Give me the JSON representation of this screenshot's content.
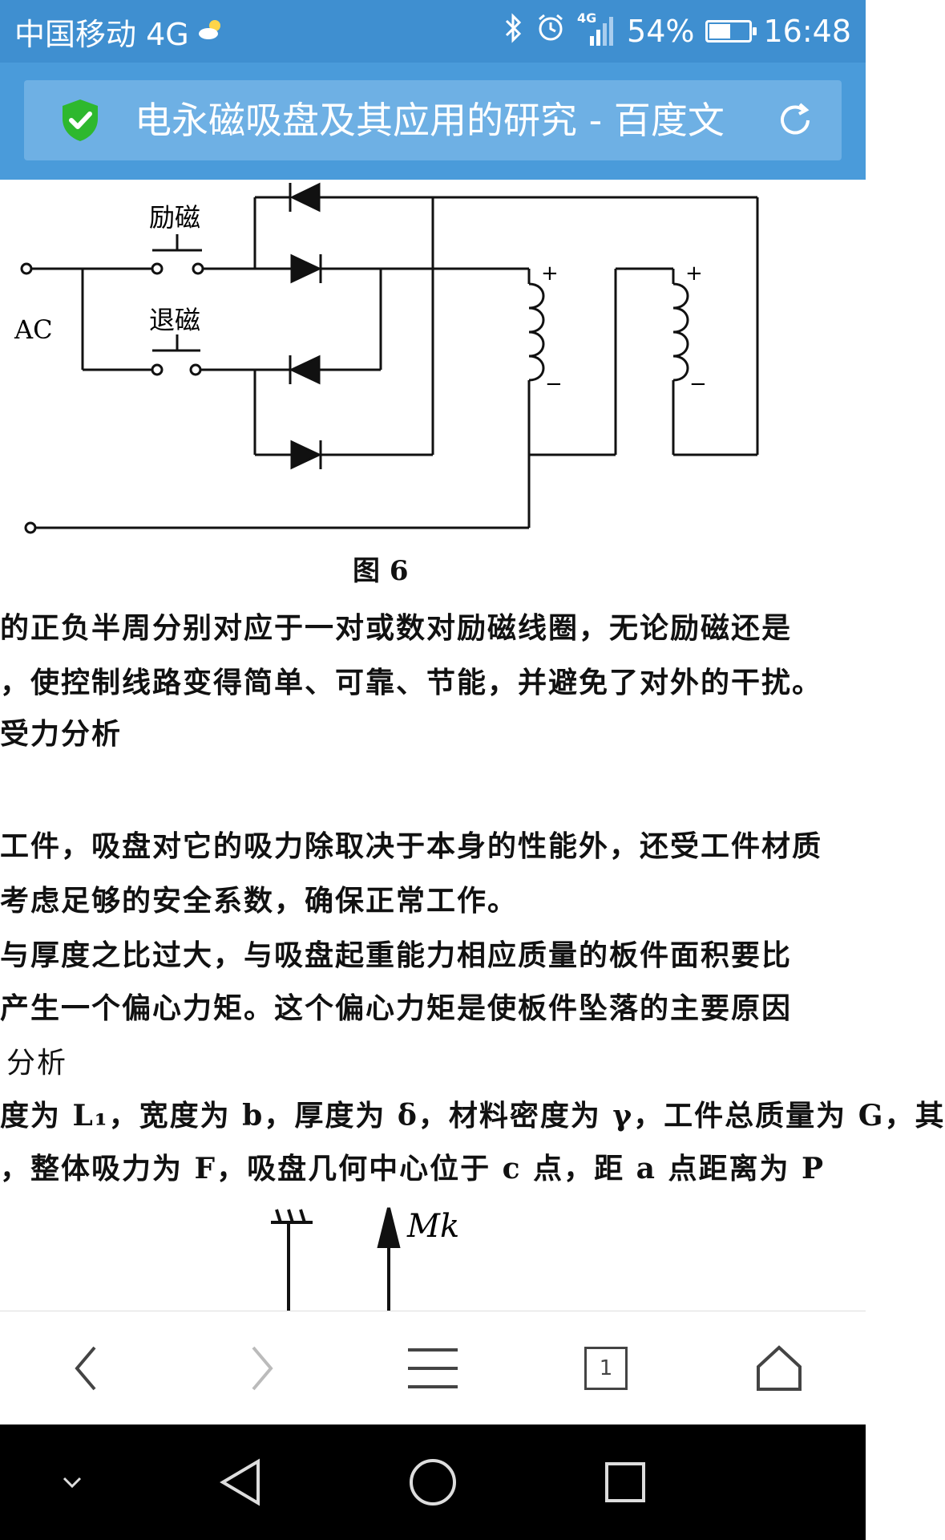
{
  "status": {
    "carrier": "中国移动 4G",
    "network": "4G",
    "battery_text": "54%",
    "battery_level": 0.54,
    "time": "16:48"
  },
  "browser": {
    "page_title": "电永磁吸盘及其应用的研究 - 百度文",
    "tab_count": "1"
  },
  "document": {
    "circuit_labels": {
      "excite": "励磁",
      "demag": "退磁",
      "ac": "AC",
      "plus1": "+",
      "minus1": "−",
      "plus2": "+",
      "minus2": "−"
    },
    "figure_caption": "图 6",
    "lines": [
      "的正负半周分别对应于一对或数对励磁线圈，无论励磁还是",
      "，使控制线路变得简单、可靠、节能，并避免了对外的干扰。",
      "受力分析",
      "工件，吸盘对它的吸力除取决于本身的性能外，还受工件材质",
      "考虑足够的安全系数，确保正常工作。",
      "与厚度之比过大，与吸盘起重能力相应质量的板件面积要比",
      "产生一个偏心力矩。这个偏心力矩是使板件坠落的主要原因",
      "分析",
      "度为 L₁，宽度为 b，厚度为 δ，材料密度为 γ，工件总质量为 G，其",
      "，整体吸力为 F，吸盘几何中心位于 c 点，距 a 点距离为 P"
    ],
    "force_label": "Mk"
  },
  "colors": {
    "statusbar": "#3f8fd0",
    "urlbar": "#4a9bda",
    "shield": "#2eb82e"
  }
}
